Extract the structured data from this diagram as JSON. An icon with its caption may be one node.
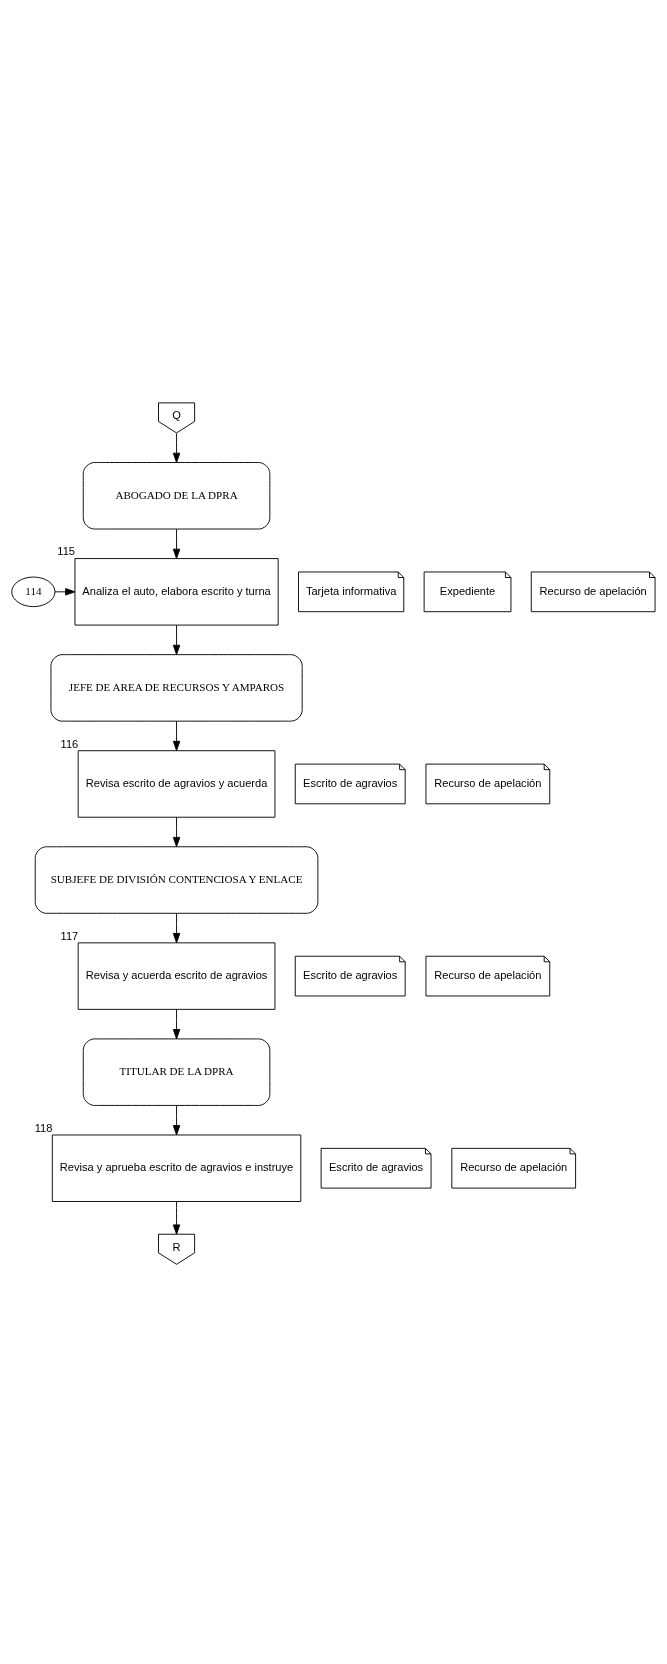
{
  "diagram": {
    "nodes": [
      {
        "text": [
          "Q"
        ]
      },
      {
        "text": [
          "ABOGADO DE LA DPRA"
        ]
      },
      {
        "text": [
          "Analiza el auto, elabora escrito y turna"
        ],
        "beside": [
          "115"
        ]
      },
      {
        "text": [
          "114"
        ]
      },
      {
        "text": [
          "Tarjeta informativa"
        ]
      },
      {
        "text": [
          "Expediente"
        ]
      },
      {
        "text": [
          "Recurso de apelación"
        ]
      },
      {
        "text": [
          "JEFE DE AREA DE RECURSOS Y AMPAROS"
        ]
      },
      {
        "text": [
          "Revisa escrito de agravios y acuerda"
        ],
        "beside": [
          "116"
        ]
      },
      {
        "text": [
          "Escrito de agravios"
        ]
      },
      {
        "text": [
          "Recurso de apelación"
        ]
      },
      {
        "text": [
          "SUBJEFE DE DIVISIÓN CONTENCIOSA Y ENLACE"
        ]
      },
      {
        "text": [
          "Revisa y acuerda escrito de agravios"
        ],
        "beside": [
          "117"
        ]
      },
      {
        "text": [
          "Escrito de agravios"
        ]
      },
      {
        "text": [
          "Recurso de apelación"
        ]
      },
      {
        "text": [
          "TITULAR DE LA DPRA"
        ]
      },
      {
        "text": [
          "Revisa y aprueba escrito de agravios e instruye"
        ],
        "beside": [
          "118"
        ]
      },
      {
        "text": [
          "Escrito de agravios"
        ]
      },
      {
        "text": [
          "Recurso de apelación"
        ]
      },
      {
        "text": [
          "R"
        ]
      }
    ],
    "edges": [
      {
        "from": 0,
        "to": 1,
        "arrow": "to"
      },
      {
        "from": 1,
        "to": 2,
        "arrow": "to"
      },
      {
        "from": 3,
        "to": 2,
        "arrow": "to"
      },
      {
        "from": 2,
        "to": 7,
        "arrow": "to"
      },
      {
        "from": 7,
        "to": 8,
        "arrow": "to"
      },
      {
        "from": 8,
        "to": 11,
        "arrow": "to"
      },
      {
        "from": 11,
        "to": 12,
        "arrow": "to"
      },
      {
        "from": 12,
        "to": 15,
        "arrow": "to"
      },
      {
        "from": 15,
        "to": 16,
        "arrow": "to"
      },
      {
        "from": 16,
        "to": 19,
        "arrow": "to"
      }
    ]
  }
}
